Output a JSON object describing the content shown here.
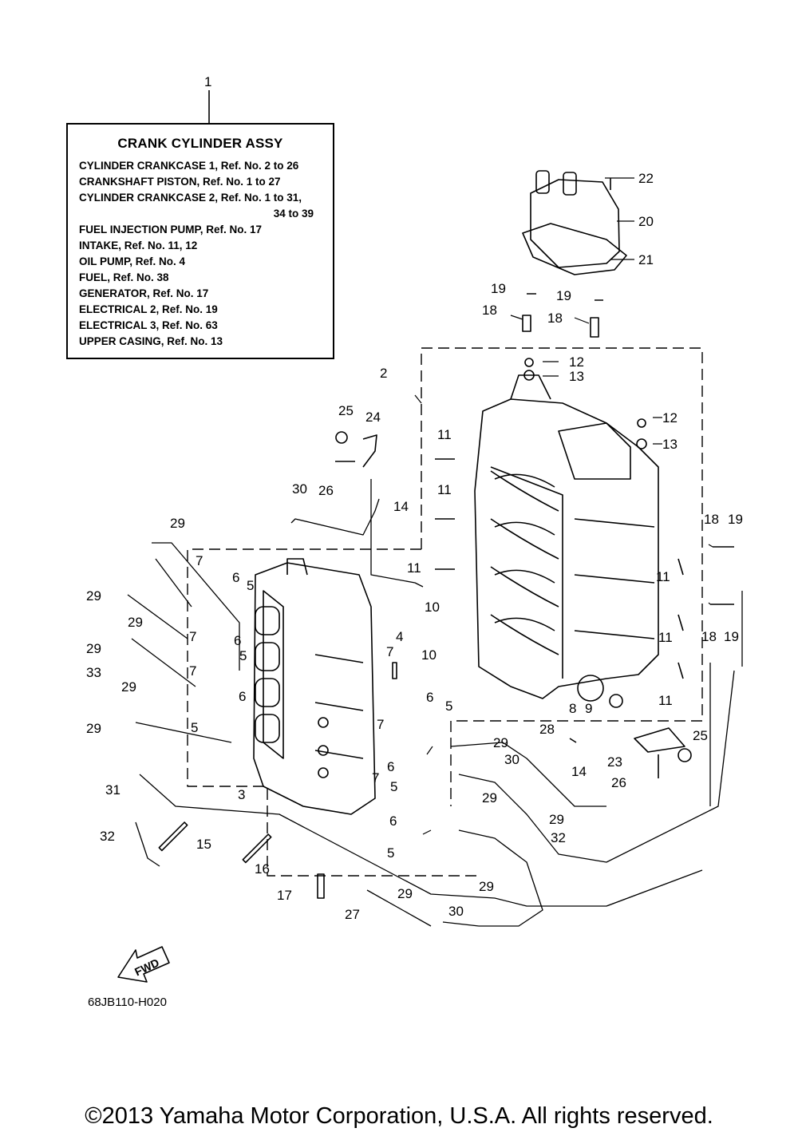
{
  "legend": {
    "title": "CRANK CYLINDER ASSY",
    "lines": [
      "CYLINDER CRANKCASE 1,  Ref. No. 2 to 26",
      "CRANKSHAFT PISTON,  Ref. No. 1 to 27",
      "CYLINDER CRANKCASE 2,  Ref. No. 1 to 31,",
      "34 to 39",
      "FUEL INJECTION PUMP,  Ref. No. 17",
      "INTAKE,  Ref. No. 11, 12",
      "OIL PUMP,  Ref. No. 4",
      "FUEL,  Ref. No. 38",
      "GENERATOR,  Ref. No. 17",
      "ELECTRICAL 2,  Ref. No. 19",
      "ELECTRICAL 3,  Ref. No. 63",
      "UPPER CASING,  Ref. No. 13"
    ]
  },
  "callouts": [
    "1",
    "2",
    "3",
    "4",
    "5",
    "6",
    "7",
    "8",
    "9",
    "10",
    "11",
    "12",
    "13",
    "14",
    "15",
    "16",
    "17",
    "18",
    "19",
    "20",
    "21",
    "22",
    "23",
    "24",
    "25",
    "26",
    "27",
    "28",
    "29",
    "30",
    "31",
    "32",
    "33"
  ],
  "fwd_label": "FWD",
  "drawing_code": "68JB110-H020",
  "copyright": "©2013 Yamaha Motor Corporation, U.S.A. All rights reserved."
}
